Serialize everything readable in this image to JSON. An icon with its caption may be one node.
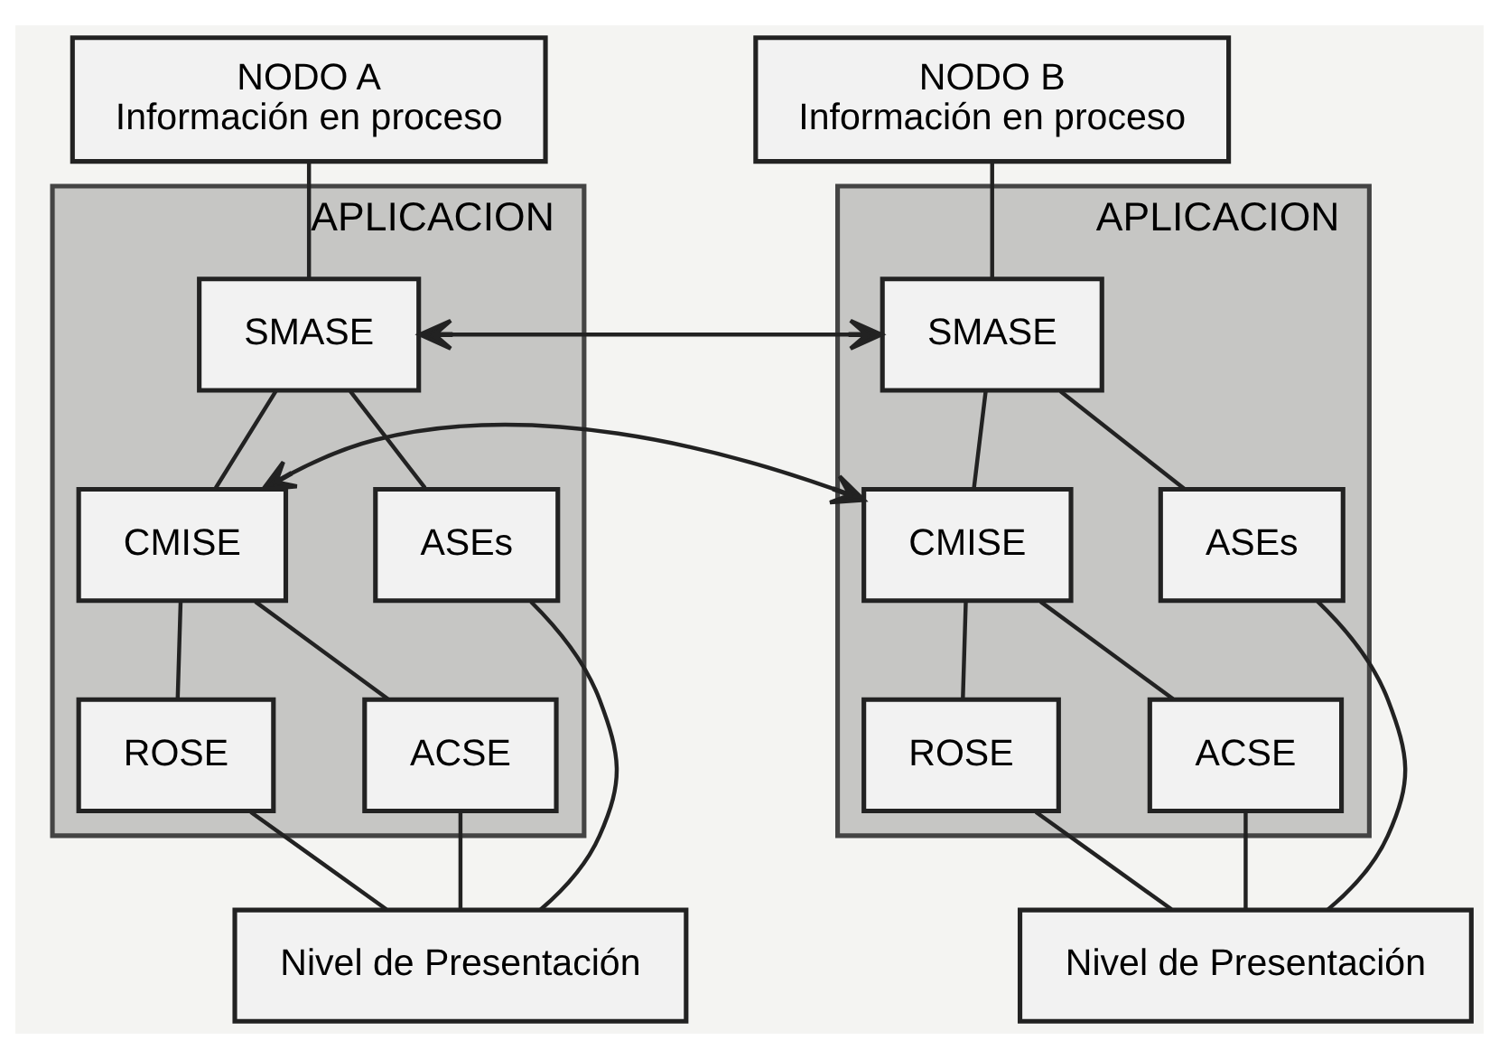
{
  "diagram": {
    "nodes": [
      {
        "text": [
          "NODO A",
          "Información en proceso"
        ]
      },
      {
        "text": [
          "NODO B",
          "Información en proceso"
        ]
      },
      {
        "text": [
          "APLICACION"
        ]
      },
      {
        "text": [
          "SMASE"
        ],
        "in": 2
      },
      {
        "text": [
          "CMISE"
        ],
        "in": 2
      },
      {
        "text": [
          "ASEs"
        ],
        "in": 2
      },
      {
        "text": [
          "ROSE"
        ],
        "in": 2
      },
      {
        "text": [
          "ACSE"
        ],
        "in": 2
      },
      {
        "text": [
          "APLICACION"
        ]
      },
      {
        "text": [
          "SMASE"
        ],
        "in": 8
      },
      {
        "text": [
          "CMISE"
        ],
        "in": 8
      },
      {
        "text": [
          "ASEs"
        ],
        "in": 8
      },
      {
        "text": [
          "ROSE"
        ],
        "in": 8
      },
      {
        "text": [
          "ACSE"
        ],
        "in": 8
      },
      {
        "text": [
          "Nivel de Presentación"
        ]
      },
      {
        "text": [
          "Nivel de Presentación"
        ]
      }
    ],
    "edges": [
      {
        "from": 0,
        "to": 3,
        "arrow": "none"
      },
      {
        "from": 3,
        "to": 5,
        "arrow": "none"
      },
      {
        "from": 3,
        "to": 4,
        "arrow": "none"
      },
      {
        "from": 4,
        "to": 7,
        "arrow": "none"
      },
      {
        "from": 4,
        "to": 6,
        "arrow": "none"
      },
      {
        "from": 5,
        "to": 14,
        "arrow": "none"
      },
      {
        "from": 7,
        "to": 14,
        "arrow": "none"
      },
      {
        "from": 6,
        "to": 14,
        "arrow": "none"
      },
      {
        "from": 1,
        "to": 9,
        "arrow": "none"
      },
      {
        "from": 9,
        "to": 11,
        "arrow": "none"
      },
      {
        "from": 9,
        "to": 10,
        "arrow": "none"
      },
      {
        "from": 10,
        "to": 13,
        "arrow": "none"
      },
      {
        "from": 10,
        "to": 12,
        "arrow": "none"
      },
      {
        "from": 11,
        "to": 15,
        "arrow": "none"
      },
      {
        "from": 13,
        "to": 15,
        "arrow": "none"
      },
      {
        "from": 12,
        "to": 15,
        "arrow": "none"
      },
      {
        "from": 3,
        "to": 9,
        "arrow": "both"
      },
      {
        "from": 4,
        "to": 10,
        "arrow": "both"
      }
    ]
  }
}
